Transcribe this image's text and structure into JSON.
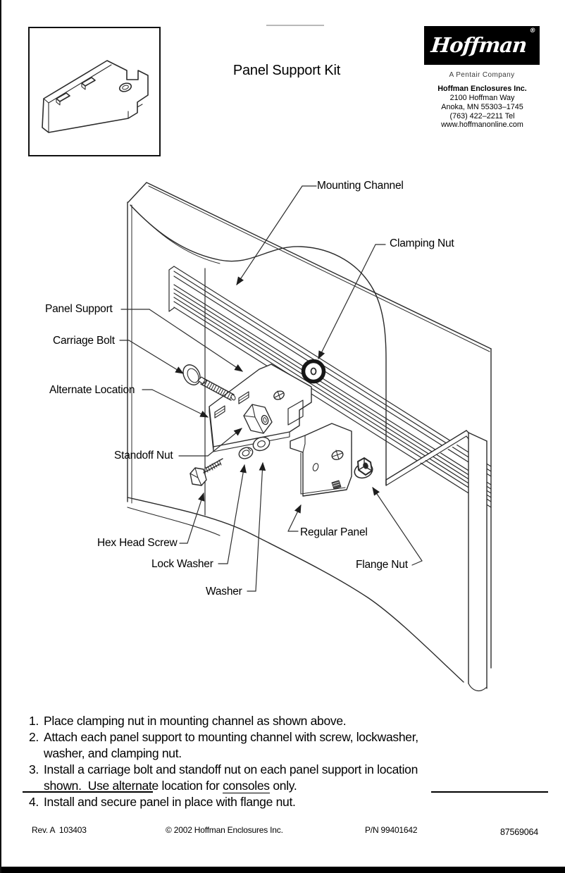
{
  "header": {
    "title": "Panel Support Kit",
    "logo_text": "Hoffman",
    "registered_mark": "®",
    "tagline": "A Pentair Company",
    "company": "Hoffman Enclosures Inc.",
    "address_line1": "2100 Hoffman Way",
    "address_line2": "Anoka, MN 55303–1745",
    "phone": "(763) 422–2211 Tel",
    "website": "www.hoffmanonline.com"
  },
  "diagram": {
    "labels": [
      {
        "id": "mounting-channel",
        "text": "Mounting Channel"
      },
      {
        "id": "clamping-nut",
        "text": "Clamping Nut"
      },
      {
        "id": "panel-support",
        "text": "Panel Support"
      },
      {
        "id": "carriage-bolt",
        "text": "Carriage Bolt"
      },
      {
        "id": "alternate-location",
        "text": "Alternate Location"
      },
      {
        "id": "standoff-nut",
        "text": "Standoff Nut"
      },
      {
        "id": "hex-head-screw",
        "text": "Hex Head Screw"
      },
      {
        "id": "lock-washer",
        "text": "Lock Washer"
      },
      {
        "id": "washer",
        "text": "Washer"
      },
      {
        "id": "regular-panel",
        "text": "Regular Panel"
      },
      {
        "id": "flange-nut",
        "text": "Flange Nut"
      }
    ]
  },
  "instructions": {
    "items": [
      {
        "number": "1.",
        "lines": [
          "Place clamping nut in mounting channel as shown above."
        ]
      },
      {
        "number": "2.",
        "lines": [
          "Attach each panel support to mounting channel with screw, lockwasher,",
          "washer, and clamping nut."
        ]
      },
      {
        "number": "3.",
        "lines": [
          "Install a carriage bolt and standoff nut on each panel support in location"
        ],
        "line2": {
          "u1": "shown.  Use alte",
          "t1": "rnate location for ",
          "u2": "consoles",
          "t2": " only."
        }
      },
      {
        "number": "4.",
        "lines": [
          "Install and secure panel in place with flange nut."
        ]
      }
    ]
  },
  "footer": {
    "rev": "Rev. A  103403",
    "copyright": "© 2002 Hoffman Enclosures Inc.",
    "part_number": "P/N 99401642",
    "doc_number": "87569064"
  }
}
